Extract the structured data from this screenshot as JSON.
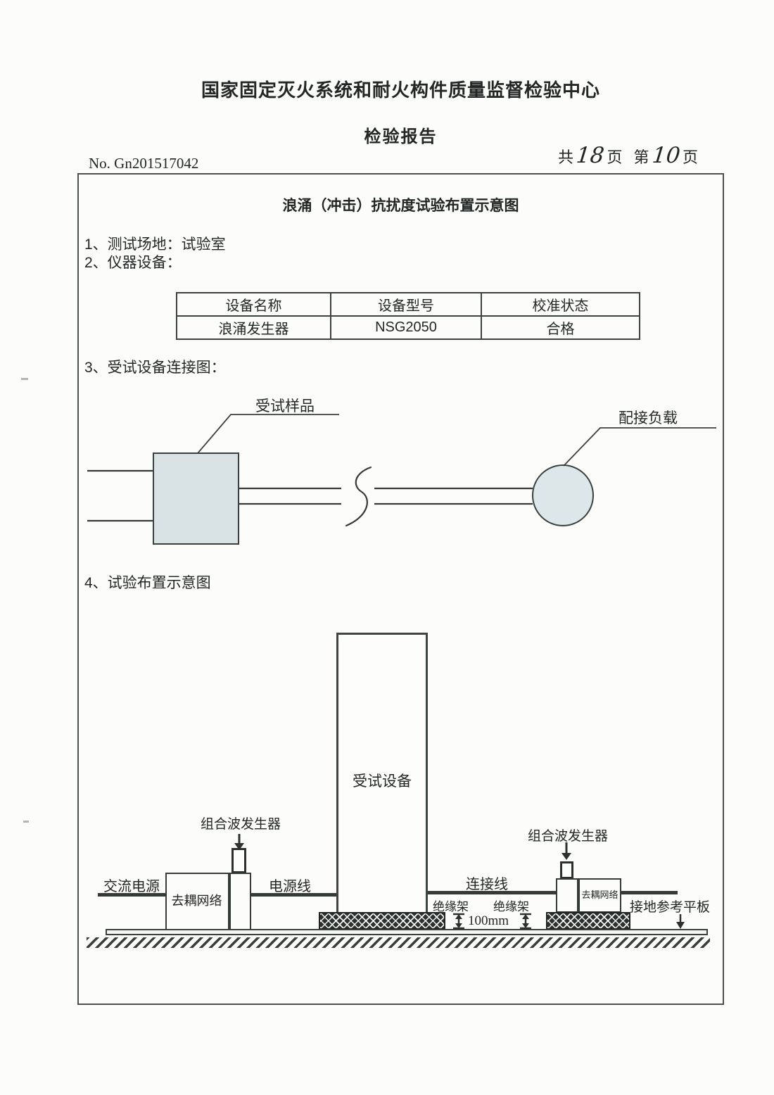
{
  "page": {
    "org_title": "国家固定灭火系统和耐火构件质量监督检验中心",
    "report_title": "检验报告",
    "report_no": "No. Gn201517042",
    "pages": {
      "total_label": "共",
      "total_value": "18",
      "unit1": "页",
      "current_label": "第",
      "current_value": "10",
      "unit2": "页"
    }
  },
  "body": {
    "diagram_title": "浪涌（冲击）抗扰度试验布置示意图",
    "items": {
      "site": "1、测试场地：试验室",
      "equipment": "2、仪器设备：",
      "connection": "3、受试设备连接图：",
      "layout": "4、试验布置示意图"
    },
    "equipment_table": {
      "headers": [
        "设备名称",
        "设备型号",
        "校准状态"
      ],
      "rows": [
        [
          "浪涌发生器",
          "NSG2050",
          "合格"
        ]
      ]
    },
    "connection_diagram": {
      "sample_label": "受试样品",
      "load_label": "配接负载"
    },
    "layout_diagram": {
      "eut_label": "受试设备",
      "generator_labels": [
        "组合波发生器",
        "组合波发生器"
      ],
      "decoupling_labels": [
        "去耦网络",
        "去耦网络"
      ],
      "ac_source_label": "交流电源",
      "power_line_label": "电源线",
      "connection_line_label": "连接线",
      "insulator_labels": [
        "绝缘架",
        "绝缘架"
      ],
      "height_dimension": "100mm",
      "ground_plane_label": "接地参考平板"
    }
  },
  "colors": {
    "ink": "#222726",
    "line": "#343a38",
    "sample_box_fill": "#d9e2e5",
    "load_circle_fill": "#dde7e9",
    "paper": "#fcfcfa"
  }
}
